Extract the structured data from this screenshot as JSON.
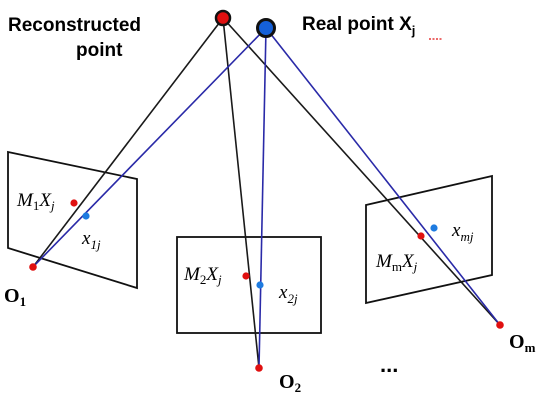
{
  "labels": {
    "reconstructed_point": [
      "Reconstructed",
      "point"
    ],
    "real_point": "Real point X",
    "real_point_sub": "j",
    "origins": {
      "o1": {
        "main": "O",
        "sub": "1"
      },
      "o2": {
        "main": "O",
        "sub": "2"
      },
      "om": {
        "main": "O",
        "sub": "m"
      }
    },
    "image_planes": {
      "plane1": {
        "projection": {
          "m": "M",
          "m_sub": "1",
          "x": "X",
          "x_sub": "j"
        },
        "observed": {
          "x": "x",
          "sub": "1j"
        }
      },
      "plane2": {
        "projection": {
          "m": "M",
          "m_sub": "2",
          "x": "X",
          "x_sub": "j"
        },
        "observed": {
          "x": "x",
          "sub": "2j"
        }
      },
      "planem": {
        "projection": {
          "m": "M",
          "m_sub": "m",
          "x": "X",
          "x_sub": "j"
        },
        "observed": {
          "x": "x",
          "sub": "mj"
        }
      }
    },
    "ellipsis": "..."
  },
  "colors": {
    "reconstructed_rays": "#1a1a1a",
    "real_rays": "#2a2aa8",
    "reconstructed_dot": "#e01010",
    "real_dot": "#1560d8",
    "frame": "#111111",
    "real_point_underline": "#e01010"
  },
  "icons": {
    "reconstructed_point": "red-circle-marker",
    "real_point": "blue-circle-marker"
  }
}
